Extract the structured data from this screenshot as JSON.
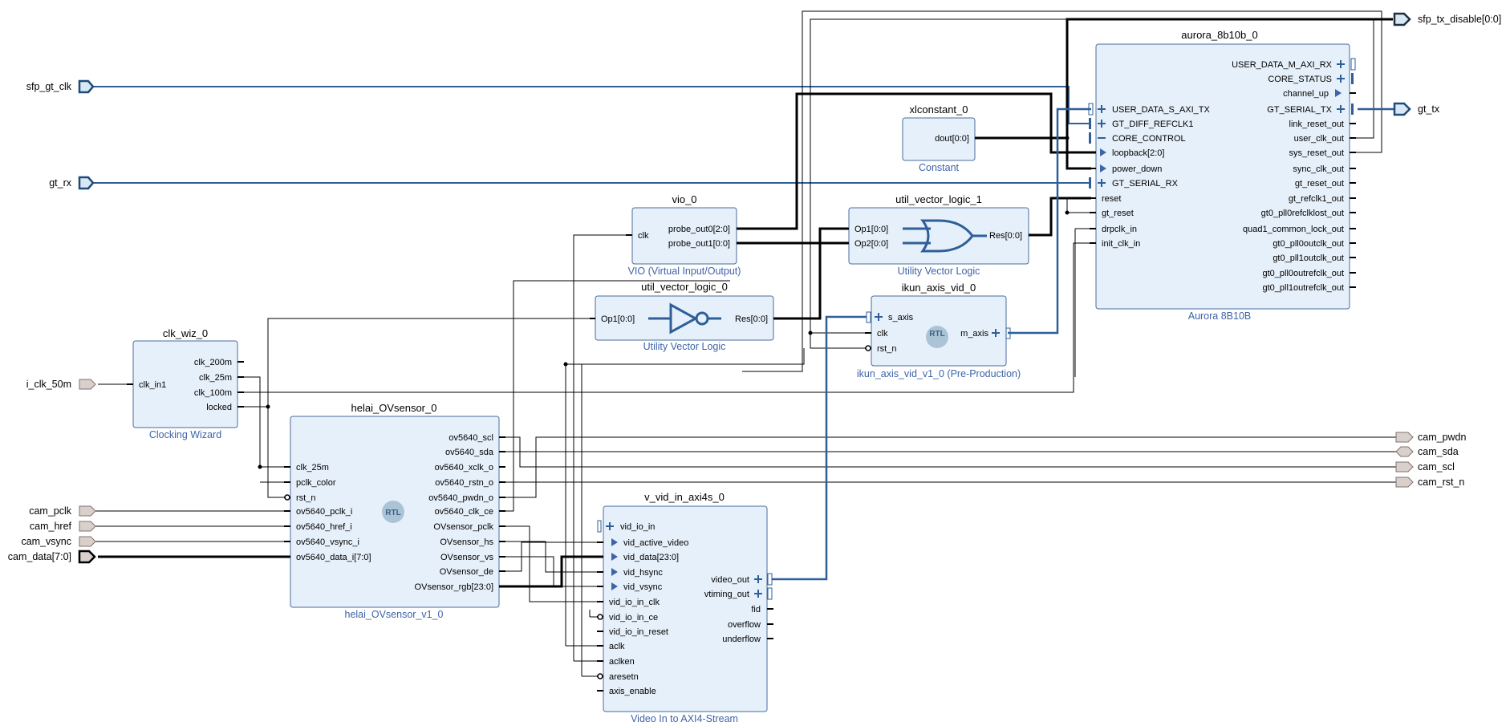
{
  "ports": {
    "sfp_gt_clk": "sfp_gt_clk",
    "gt_rx": "gt_rx",
    "i_clk_50m": "i_clk_50m",
    "cam_pclk": "cam_pclk",
    "cam_href": "cam_href",
    "cam_vsync": "cam_vsync",
    "cam_data": "cam_data[7:0]",
    "sfp_tx_disable": "sfp_tx_disable[0:0]",
    "gt_tx": "gt_tx",
    "cam_pwdn": "cam_pwdn",
    "cam_sda": "cam_sda",
    "cam_scl": "cam_scl",
    "cam_rst_n": "cam_rst_n"
  },
  "rtl_badge": "RTL",
  "blocks": {
    "clk_wiz": {
      "title": "clk_wiz_0",
      "subtitle": "Clocking Wizard",
      "inputs": [
        "clk_in1"
      ],
      "outputs": [
        "clk_200m",
        "clk_25m",
        "clk_100m",
        "locked"
      ]
    },
    "ovsensor": {
      "title": "helai_OVsensor_0",
      "subtitle": "helai_OVsensor_v1_0",
      "inputs": [
        "clk_25m",
        "pclk_color",
        "rst_n",
        "ov5640_pclk_i",
        "ov5640_href_i",
        "ov5640_vsync_i",
        "ov5640_data_i[7:0]"
      ],
      "outputs": [
        "ov5640_scl",
        "ov5640_sda",
        "ov5640_xclk_o",
        "ov5640_rstn_o",
        "ov5640_pwdn_o",
        "ov5640_clk_ce",
        "OVsensor_pclk",
        "OVsensor_hs",
        "OVsensor_vs",
        "OVsensor_de",
        "OVsensor_rgb[23:0]"
      ]
    },
    "vio": {
      "title": "vio_0",
      "subtitle": "VIO (Virtual Input/Output)",
      "inputs": [
        "clk"
      ],
      "outputs": [
        "probe_out0[2:0]",
        "probe_out1[0:0]"
      ]
    },
    "uvl0": {
      "title": "util_vector_logic_0",
      "subtitle": "Utility Vector Logic",
      "inputs": [
        "Op1[0:0]"
      ],
      "outputs": [
        "Res[0:0]"
      ]
    },
    "uvl1": {
      "title": "util_vector_logic_1",
      "subtitle": "Utility Vector Logic",
      "inputs": [
        "Op1[0:0]",
        "Op2[0:0]"
      ],
      "outputs": [
        "Res[0:0]"
      ]
    },
    "xlconst": {
      "title": "xlconstant_0",
      "subtitle": "Constant",
      "outputs": [
        "dout[0:0]"
      ]
    },
    "ikun": {
      "title": "ikun_axis_vid_0",
      "subtitle": "ikun_axis_vid_v1_0 (Pre-Production)",
      "inputs": [
        "s_axis",
        "clk",
        "rst_n"
      ],
      "outputs": [
        "m_axis"
      ]
    },
    "vvid": {
      "title": "v_vid_in_axi4s_0",
      "subtitle": "Video In to AXI4-Stream",
      "inputs": [
        "vid_io_in",
        "vid_active_video",
        "vid_data[23:0]",
        "vid_hsync",
        "vid_vsync",
        "vid_io_in_clk",
        "vid_io_in_ce",
        "vid_io_in_reset",
        "aclk",
        "aclken",
        "aresetn",
        "axis_enable"
      ],
      "outputs": [
        "video_out",
        "vtiming_out",
        "fid",
        "overflow",
        "underflow"
      ]
    },
    "aurora": {
      "title": "aurora_8b10b_0",
      "subtitle": "Aurora 8B10B",
      "inputs": [
        "USER_DATA_S_AXI_TX",
        "GT_DIFF_REFCLK1",
        "CORE_CONTROL",
        "loopback[2:0]",
        "power_down",
        "GT_SERIAL_RX",
        "reset",
        "gt_reset",
        "drpclk_in",
        "init_clk_in"
      ],
      "outputs": [
        "USER_DATA_M_AXI_RX",
        "CORE_STATUS",
        "channel_up",
        "GT_SERIAL_TX",
        "link_reset_out",
        "user_clk_out",
        "sys_reset_out",
        "sync_clk_out",
        "gt_reset_out",
        "gt_refclk1_out",
        "gt0_pll0refclklost_out",
        "quad1_common_lock_out",
        "gt0_pll0outclk_out",
        "gt0_pll1outclk_out",
        "gt0_pll0outrefclk_out",
        "gt0_pll1outrefclk_out"
      ]
    }
  },
  "colors": {
    "block_fill": "#e6f0fa",
    "block_border": "#4a6d9c",
    "subtitle": "#3e64a8",
    "bus": "#2e5f99",
    "port_fill": "#d9d0cc"
  }
}
